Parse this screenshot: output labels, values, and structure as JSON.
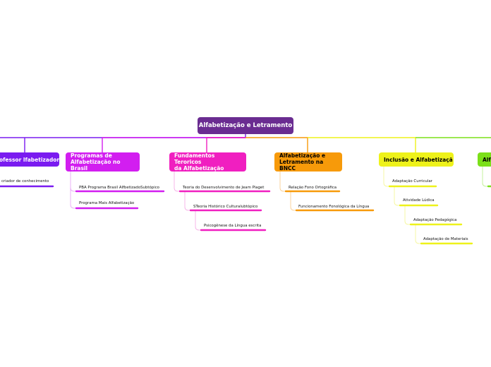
{
  "root": {
    "label": "Alfabetização e Letramento",
    "color": "#6a2c91"
  },
  "branches": [
    {
      "label": "ofessor lfabetizador",
      "color": "#7a1bf0",
      "text": "light",
      "leaves": [
        "criador de conhecimento"
      ]
    },
    {
      "label": "Programas de\nAlfabetização no Brasil",
      "color": "#d21ef0",
      "text": "light",
      "leaves": [
        "PBA Programa Brasil AlfbetizadoSubtópico",
        "Programa Mais Alfabetização"
      ]
    },
    {
      "label": "Fundamentos Teroricos\nda Alfabetização",
      "color": "#f01fc0",
      "text": "light",
      "leaves": [
        "Teoria do Desenvolvimento de Jeam Piaget",
        "STeoria Histórico Culturalubtópico",
        "Psicogênese da Língua escrita"
      ]
    },
    {
      "label": "Alfabetização e\nLetramento na BNCC",
      "color": "#f79a0a",
      "text": "dark",
      "leaves": [
        "Relação Fono Ortográfica",
        "Funcionamento Fonológica da Língua"
      ]
    },
    {
      "label": "Inclusão e Alfabetizaçã",
      "color": "#eef21a",
      "text": "dark",
      "leaves": [
        "Adaptação Curricular",
        "Atividade Lúdica",
        "Adaptação Pedagógica",
        "Adaptação de Materiais"
      ]
    },
    {
      "label": "Alfa",
      "color": "#7be019",
      "text": "dark",
      "leaves": []
    }
  ]
}
